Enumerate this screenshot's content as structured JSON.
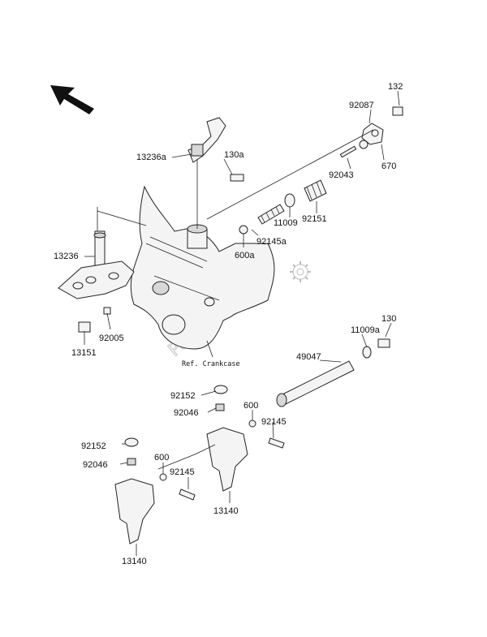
{
  "labels": {
    "p132": "132",
    "p92087": "92087",
    "p13236a": "13236a",
    "p130a": "130a",
    "p92043": "92043",
    "p670": "670",
    "p11009": "11009",
    "p92151": "92151",
    "p92145a": "92145a",
    "p600a": "600a",
    "p13236": "13236",
    "p13151": "13151",
    "p92005": "92005",
    "p130": "130",
    "p11009a": "11009a",
    "p49047": "49047",
    "p92152_r": "92152",
    "p92046_r": "92046",
    "p600_r": "600",
    "p92145_r": "92145",
    "p13140_r": "13140",
    "p92152_l": "92152",
    "p92046_l": "92046",
    "p600_l": "600",
    "p92145_l": "92145",
    "p13140_l": "13140",
    "ref_crankcase": "Ref. Crankcase"
  },
  "watermark": "PartsRepublik",
  "icons": {
    "orientation_arrow": "arrow-up-left-icon",
    "watermark_gear": "gear-icon"
  }
}
